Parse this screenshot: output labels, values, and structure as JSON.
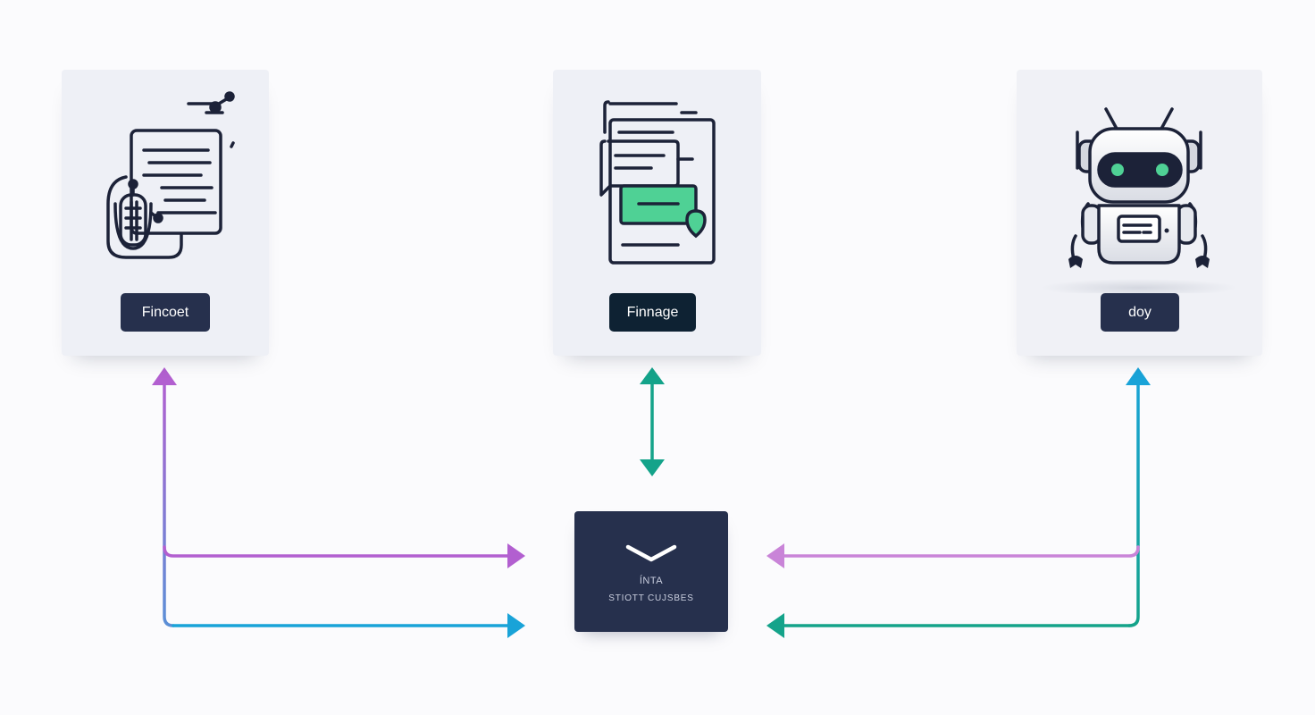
{
  "cards": {
    "left": {
      "label": "Fincoet",
      "icon": "document-microphone-icon"
    },
    "middle": {
      "label": "Finnage",
      "icon": "chat-documents-icon"
    },
    "right": {
      "label": "doy",
      "icon": "robot-icon"
    }
  },
  "hub": {
    "line1": "ÍNTA",
    "line2": "STIOTT CUJSBES",
    "icon": "chevron-down-icon"
  },
  "colors": {
    "purple": "#b25fd0",
    "blue": "#19a3d8",
    "green": "#14a38a",
    "card_label_bg": "#26304d",
    "hub_bg": "#26304d",
    "accent_green": "#4fd195"
  }
}
